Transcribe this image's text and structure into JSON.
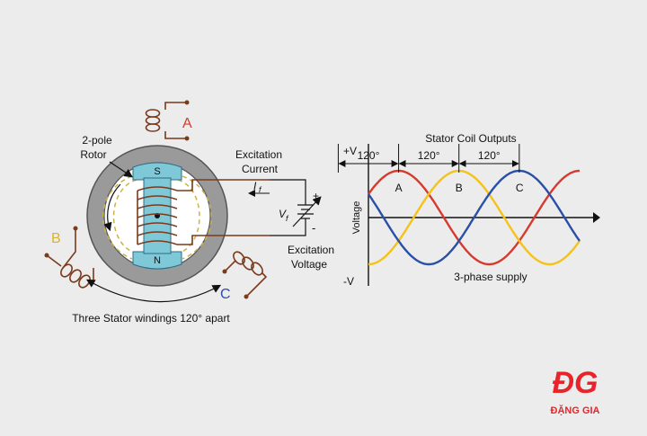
{
  "generator_diagram": {
    "rotor_label_line1": "2-pole",
    "rotor_label_line2": "Rotor",
    "pole_s": "S",
    "pole_n": "N",
    "phase_a": "A",
    "phase_b": "B",
    "phase_c": "C",
    "excitation_current_line1": "Excitation",
    "excitation_current_line2": "Current",
    "current_symbol": "I",
    "current_subscript": "f",
    "voltage_symbol": "V",
    "voltage_subscript": "f",
    "plus_sign": "+",
    "minus_sign": "-",
    "excitation_voltage_line1": "Excitation",
    "excitation_voltage_line2": "Voltage",
    "windings_caption": "Three Stator windings 120° apart"
  },
  "waveform": {
    "title": "Stator Coil Outputs",
    "y_pos_label": "+V",
    "y_neg_label": "-V",
    "y_axis_label": "Voltage",
    "angle_labels": [
      "120°",
      "120°",
      "120°"
    ],
    "peak_labels": [
      "A",
      "B",
      "C"
    ],
    "caption": "3-phase supply"
  },
  "chart_data": {
    "type": "line",
    "title": "Stator Coil Outputs",
    "ylabel": "Voltage",
    "x_unit": "degrees",
    "x_range": [
      0,
      450
    ],
    "y_range": [
      -1,
      1
    ],
    "series": [
      {
        "color": "#d63a2e",
        "phase_offset_deg": 0
      },
      {
        "color": "#f5c21a",
        "phase_offset_deg": 120
      },
      {
        "color": "#2a4fa8",
        "phase_offset_deg": 240
      }
    ],
    "peaks": [
      {
        "label": "A",
        "x": 90
      },
      {
        "label": "B",
        "x": 210
      },
      {
        "label": "C",
        "x": 330
      }
    ]
  },
  "logo": {
    "mark": "ĐG",
    "name": "ĐẶNG GIA",
    "color": "#e8232a"
  }
}
